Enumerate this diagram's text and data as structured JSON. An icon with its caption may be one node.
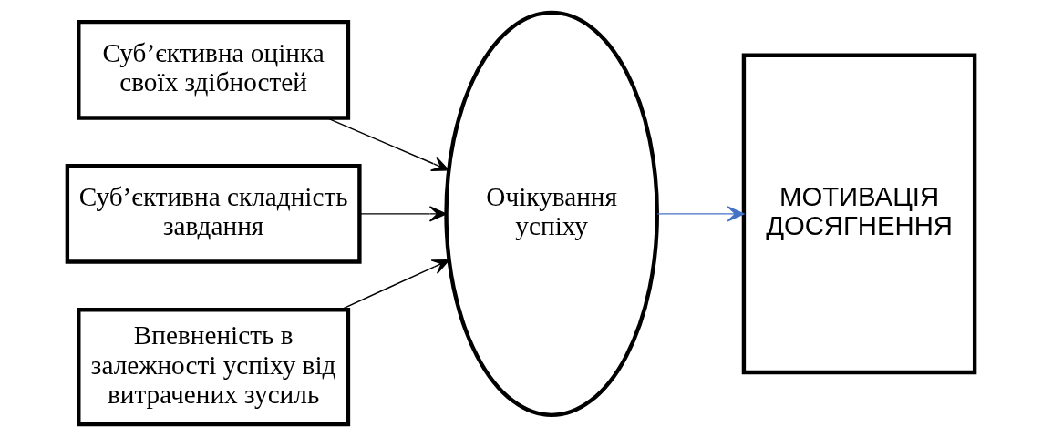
{
  "diagram": {
    "nodes": [
      {
        "text": [
          "Суб’єктивна оцінка своїх здібностей"
        ]
      },
      {
        "text": [
          "Суб’єктивна складність завдання"
        ]
      },
      {
        "text": [
          "Впевненість в залежності успіху від витрачених зусиль"
        ]
      },
      {
        "text": [
          "Очікування успіху"
        ]
      },
      {
        "text": [
          "МОТИВАЦІЯ ДОСЯГНЕННЯ"
        ]
      }
    ],
    "edges": [
      {
        "from": 0,
        "to": 3,
        "arrow": "to"
      },
      {
        "from": 1,
        "to": 3,
        "arrow": "to"
      },
      {
        "from": 2,
        "to": 3,
        "arrow": "to"
      },
      {
        "from": 3,
        "to": 4,
        "arrow": "to",
        "color": "#4472c4"
      }
    ]
  }
}
